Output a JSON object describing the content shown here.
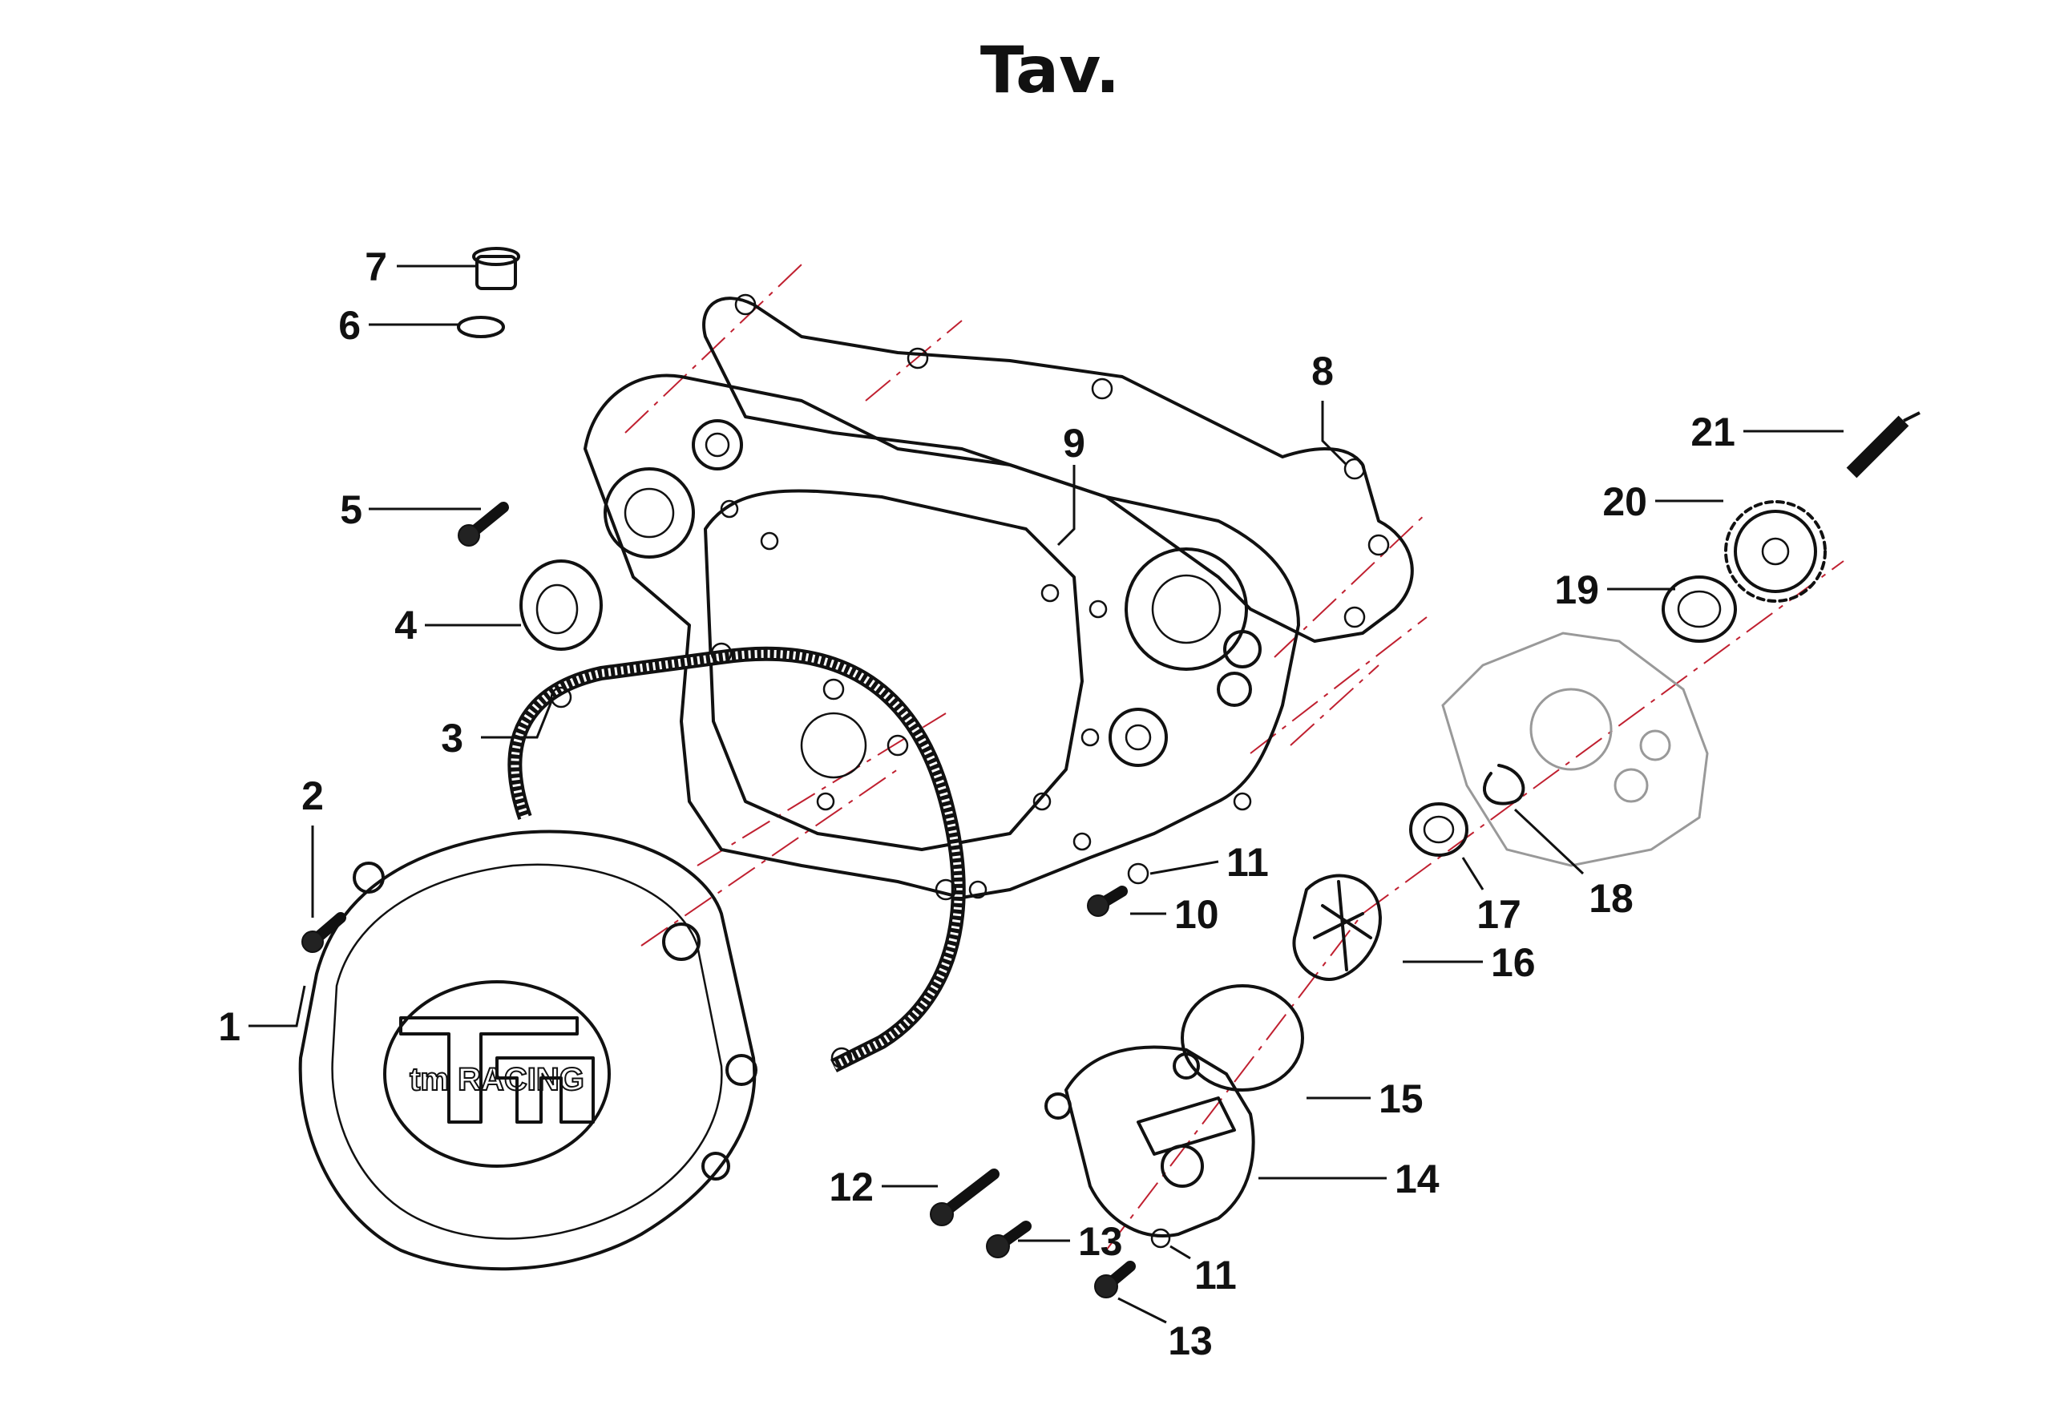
{
  "title": "Tav.",
  "logo_text": "tm RACING",
  "callouts": [
    "1",
    "2",
    "3",
    "4",
    "5",
    "6",
    "7",
    "8",
    "9",
    "10",
    "11",
    "11",
    "12",
    "13",
    "13",
    "14",
    "15",
    "16",
    "17",
    "18",
    "19",
    "20",
    "21"
  ]
}
